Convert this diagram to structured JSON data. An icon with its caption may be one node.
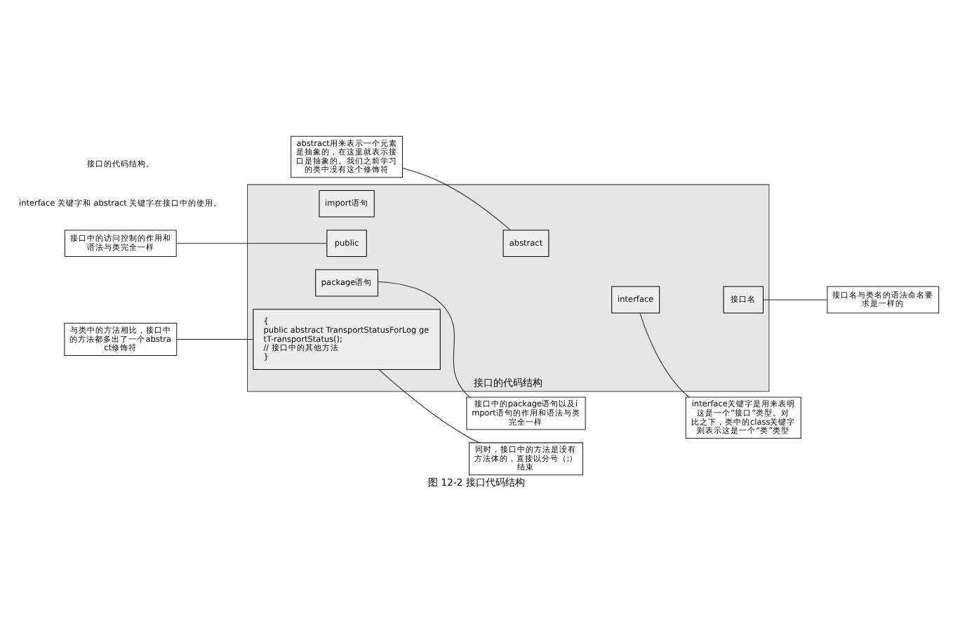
{
  "diagram": {
    "caption": "图 12-2 接口代码结构",
    "nodes": [
      {
        "text": [
          "接口的代码结构"
        ]
      },
      {
        "text": [
          "package语句"
        ],
        "in": 0
      },
      {
        "text": [
          "import语句"
        ],
        "in": 0
      },
      {
        "text": [
          "public"
        ],
        "in": 0
      },
      {
        "text": [
          "abstract"
        ],
        "in": 0
      },
      {
        "text": [
          "interface"
        ],
        "in": 0
      },
      {
        "text": [
          "接口名"
        ],
        "in": 0
      },
      {
        "text": [
          "{",
          "public abstract TransportStatusForLog getT-ransportStatus();",
          "// 接口中的其他方法",
          "}"
        ],
        "in": 0
      },
      {
        "text": [
          "abstract用来表示一个元素是抽象的，在这里就表示接口是抽象的。我们之前学习的类中没有这个修饰符"
        ]
      },
      {
        "text": [
          "接口中的访问控制的作用和语法与类完全一样"
        ]
      },
      {
        "text": [
          "与类中的方法相比，接口中的方法都多出了一个abstract修饰符"
        ]
      },
      {
        "text": [
          "接口中的package语句以及import语句的作用和语法与类完全一样"
        ]
      },
      {
        "text": [
          "interface关键字是用来表明这是一个“接口”类型。对比之下，类中的class关键字则表示这是一个“类”类型"
        ]
      },
      {
        "text": [
          "接口名与类名的语法命名要求是一样的"
        ]
      },
      {
        "text": [
          "同时，接口中的方法是没有方法体的，直接以分号（;）结束"
        ]
      }
    ],
    "edges": [
      {
        "from": 8,
        "to": 4,
        "arrow": "none"
      },
      {
        "from": 9,
        "to": 3,
        "arrow": "none"
      },
      {
        "from": 10,
        "to": 7,
        "arrow": "none"
      },
      {
        "from": 1,
        "to": 11,
        "arrow": "none"
      },
      {
        "from": 5,
        "to": 12,
        "arrow": "none"
      },
      {
        "from": 6,
        "to": 13,
        "arrow": "none"
      },
      {
        "from": 7,
        "to": 14,
        "arrow": "none"
      }
    ],
    "labels": [
      "interface 关键字和 abstract 关键字在接口中的使用。",
      "接口的代码结构。"
    ]
  }
}
